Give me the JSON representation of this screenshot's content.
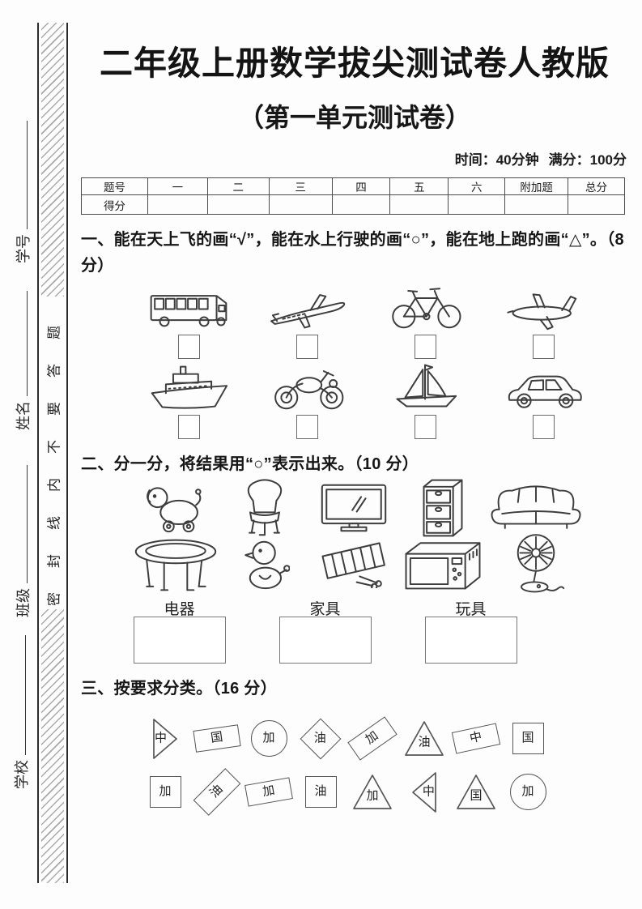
{
  "page": {
    "title": "二年级上册数学拔尖测试卷人教版",
    "subtitle": "（第一单元测试卷）",
    "time": "时间：40分钟",
    "full_score": "满分：100分"
  },
  "side": {
    "labels": [
      "学号",
      "姓名",
      "班级",
      "学校"
    ],
    "seal_text": "密封线内不要答题"
  },
  "score_table": {
    "header": [
      "题号",
      "一",
      "二",
      "三",
      "四",
      "五",
      "六",
      "附加题",
      "总分"
    ],
    "score_row_label": "得分"
  },
  "questions": {
    "q1": {
      "text": "一、能在天上飞的画“√”，能在水上行驶的画“○”，能在地上跑的画“△”。（8 分）",
      "items": [
        {
          "icon": "bus"
        },
        {
          "icon": "airplane"
        },
        {
          "icon": "bicycle"
        },
        {
          "icon": "small-plane"
        },
        {
          "icon": "ship"
        },
        {
          "icon": "motorcycle"
        },
        {
          "icon": "sailboat"
        },
        {
          "icon": "car"
        }
      ]
    },
    "q2": {
      "text": "二、分一分，将结果用“○”表示出来。（10 分）",
      "items": [
        "toy-dog",
        "chair",
        "tv",
        "cabinet",
        "sofa",
        "table",
        "toy-duck",
        "xylophone",
        "microwave",
        "fan"
      ],
      "categories": [
        "电器",
        "家具",
        "玩具"
      ]
    },
    "q3": {
      "text": "三、按要求分类。（16 分）",
      "rows": [
        [
          {
            "shape": "tri-right",
            "char": "中"
          },
          {
            "shape": "rect",
            "char": "国",
            "tilt": -8
          },
          {
            "shape": "circle",
            "char": "加"
          },
          {
            "shape": "diamond",
            "char": "油"
          },
          {
            "shape": "rect",
            "char": "加",
            "tilt": -35
          },
          {
            "shape": "tri-up",
            "char": "油"
          },
          {
            "shape": "rect",
            "char": "中",
            "tilt": -12
          },
          {
            "shape": "square",
            "char": "国"
          }
        ],
        [
          {
            "shape": "square",
            "char": "加"
          },
          {
            "shape": "rect",
            "char": "油",
            "tilt": -45
          },
          {
            "shape": "rect",
            "char": "加",
            "tilt": -10
          },
          {
            "shape": "square",
            "char": "油"
          },
          {
            "shape": "tri-up",
            "char": "加"
          },
          {
            "shape": "tri-left",
            "char": "中"
          },
          {
            "shape": "tri-up",
            "char": "国"
          },
          {
            "shape": "circle",
            "char": "加"
          }
        ]
      ]
    }
  },
  "colors": {
    "paper": "#fdfdfd",
    "ink": "#1c1c1c",
    "drawing_line": "#3d3d3d"
  }
}
